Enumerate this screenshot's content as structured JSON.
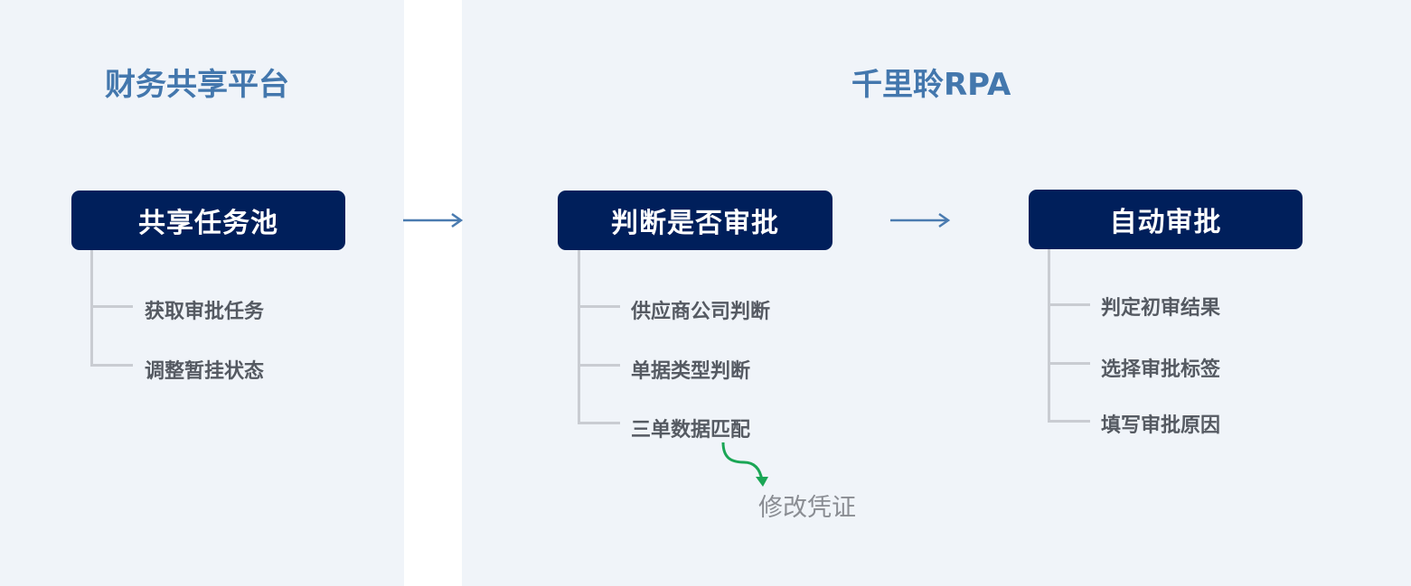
{
  "sections": {
    "left_title": "财务共享平台",
    "right_title": "千里聆RPA"
  },
  "nodes": {
    "pool": {
      "label": "共享任务池",
      "items": [
        "获取审批任务",
        "调整暂挂状态"
      ]
    },
    "judge": {
      "label": "判断是否审批",
      "items": [
        "供应商公司判断",
        "单据类型判断",
        "三单数据匹配"
      ]
    },
    "auto": {
      "label": "自动审批",
      "items": [
        "判定初审结果",
        "选择审批标签",
        "填写审批原因"
      ]
    }
  },
  "branch": {
    "label": "修改凭证"
  },
  "colors": {
    "node_bg": "#001f5b",
    "title": "#4377ad",
    "arrow_blue": "#4a7bb0",
    "arrow_green": "#1aa655",
    "panel_bg": "#f0f4f9"
  }
}
